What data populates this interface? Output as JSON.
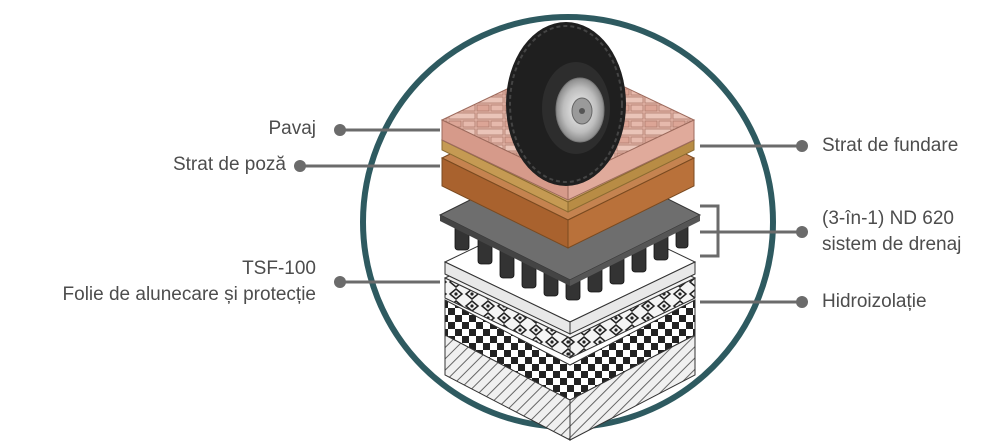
{
  "labels": {
    "left": {
      "pavaj": "Pavaj",
      "strat_de_poza": "Strat de poză",
      "tsf_line1": "TSF-100",
      "tsf_line2": "Folie de alunecare și protecție"
    },
    "right": {
      "strat_de_fundare": "Strat de fundare",
      "nd620_line1": "(3-în-1) ND 620",
      "nd620_line2": "sistem de drenaj",
      "hidroizolatie": "Hidroizolație"
    }
  },
  "colors": {
    "circle": "#2e5a60",
    "leader": "#6b6b6b",
    "text": "#4d4d4d",
    "paver": "#d9a89a",
    "bedding_gold": "#c59a53",
    "foundation_brown": "#b9713a",
    "drain_sheet": "#555555",
    "dimple": "#333333"
  }
}
